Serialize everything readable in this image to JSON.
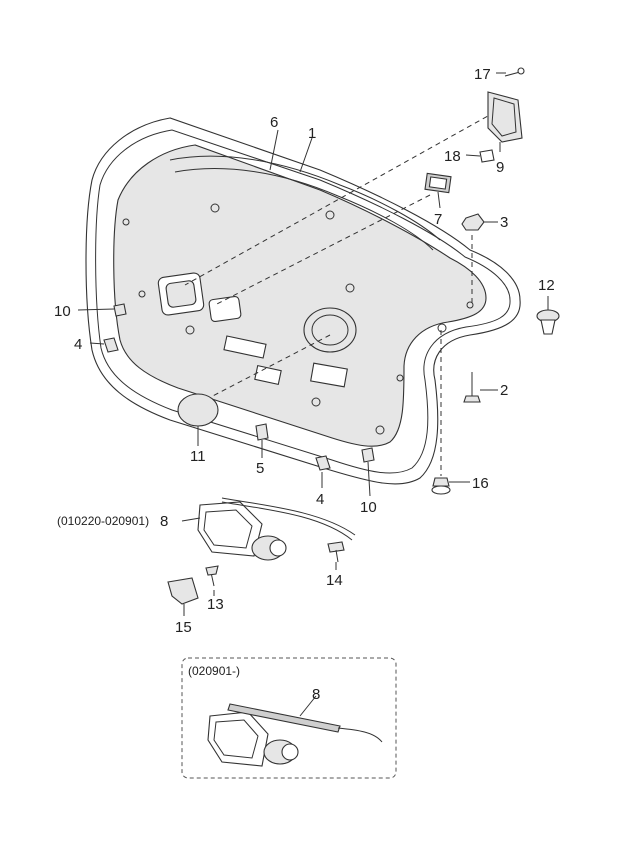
{
  "callouts": {
    "p1": "1",
    "p2": "2",
    "p3": "3",
    "p4a": "4",
    "p4b": "4",
    "p5": "5",
    "p6": "6",
    "p7": "7",
    "p8a": "8",
    "p8b": "8",
    "p9": "9",
    "p10a": "10",
    "p10b": "10",
    "p11": "11",
    "p12": "12",
    "p13": "13",
    "p14": "14",
    "p15": "15",
    "p16": "16",
    "p17": "17",
    "p18": "18"
  },
  "variants": {
    "early_range": "(010220-020901)",
    "late_box_title": "(020901-)"
  }
}
